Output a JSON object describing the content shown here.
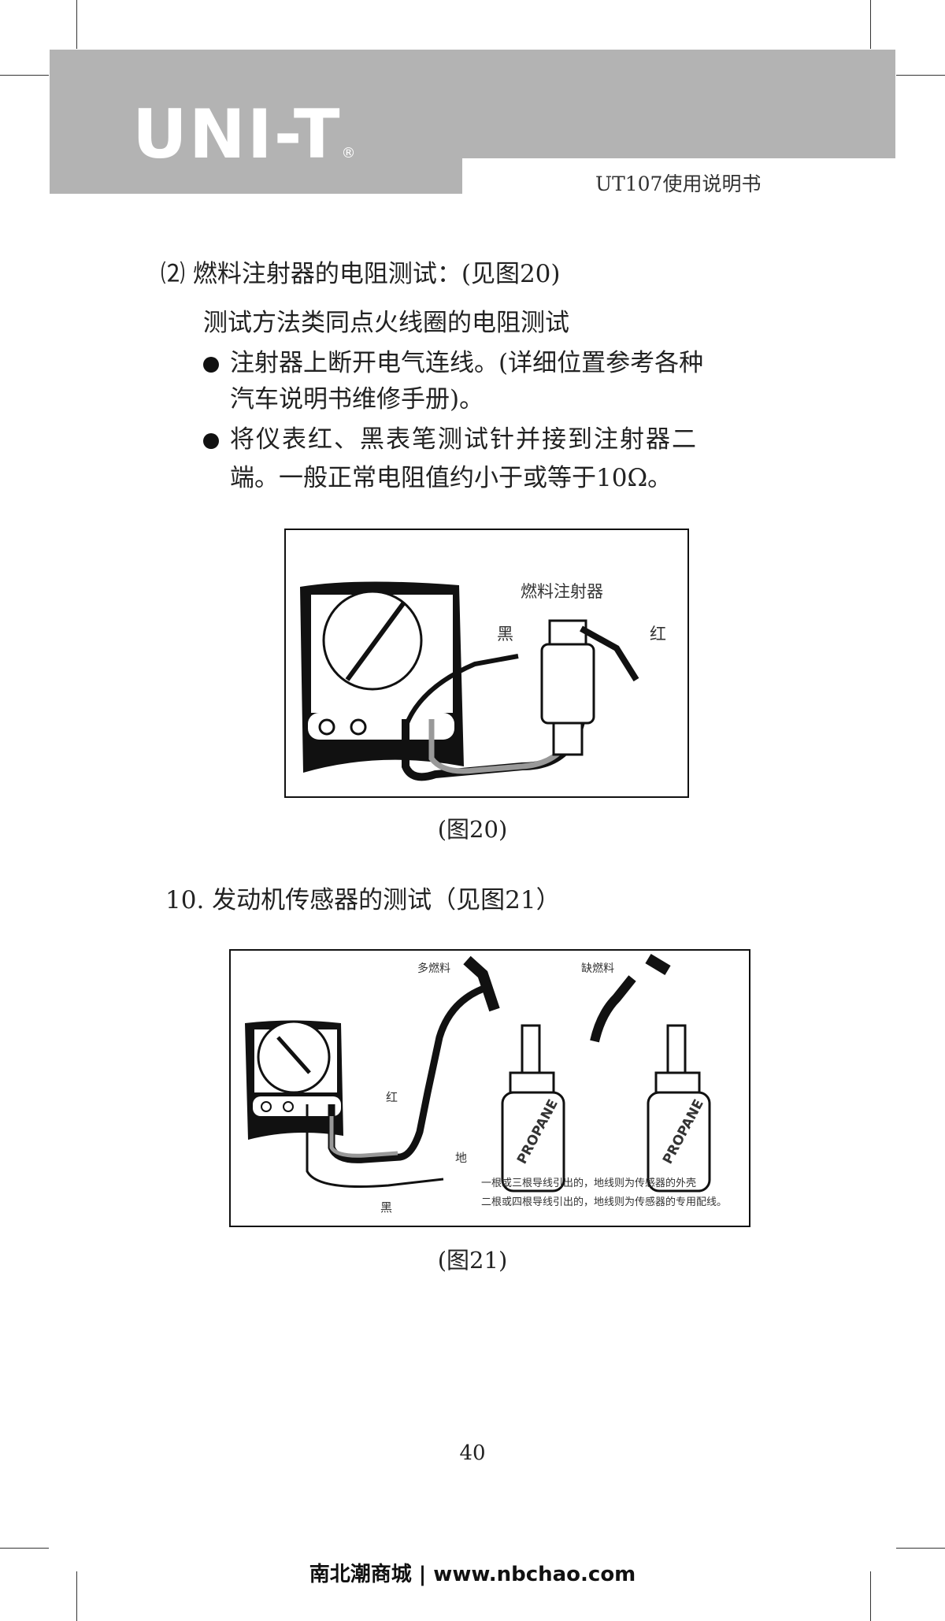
{
  "header": {
    "logo_text": "UNI-T",
    "logo_mark": "®",
    "doc_title": "UT107使用说明书"
  },
  "section_2": {
    "heading": "⑵ 燃料注射器的电阻测试：(见图20)",
    "intro": "测试方法类同点火线圈的电阻测试",
    "bullets": [
      {
        "line1": "注射器上断开电气连线。(详细位置参考各种",
        "line2": "汽车说明书维修手册)。"
      },
      {
        "line1": "将仪表红、黑表笔测试针并接到注射器二",
        "line2": "端。一般正常电阻值约小于或等于10Ω。"
      }
    ]
  },
  "figure20": {
    "label_injector": "燃料注射器",
    "label_black": "黑",
    "label_red": "红",
    "caption": "(图20)"
  },
  "section_10": {
    "heading": "10. 发动机传感器的测试（见图21）"
  },
  "figure21": {
    "label_rich": "多燃料",
    "label_lean": "缺燃料",
    "label_red": "红",
    "label_ground": "地",
    "label_black": "黑",
    "bottle_text": "PROPANE",
    "note1": "一根或三根导线引出的，地线则为传感器的外壳",
    "note2": "二根或四根导线引出的，地线则为传感器的专用配线。",
    "caption": "(图21)"
  },
  "page_number": "40",
  "footer": "南北潮商城 | www.nbchao.com"
}
